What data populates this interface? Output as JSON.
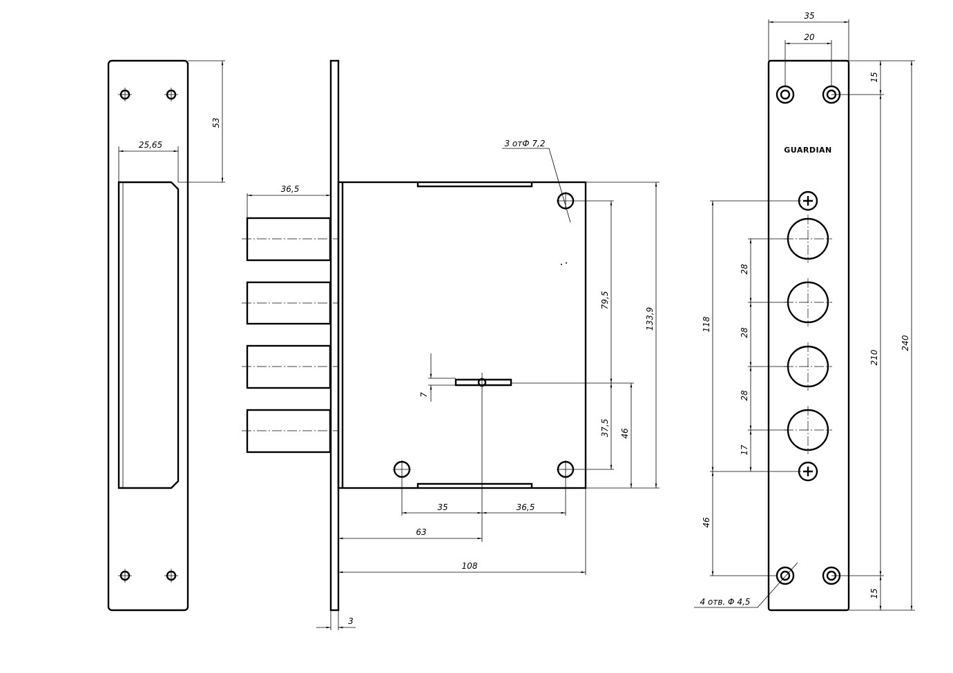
{
  "strike_plate": {
    "dims": {
      "top_offset": "53",
      "box_width": "25,65"
    }
  },
  "lock_body": {
    "dims": {
      "bolt_length": "36,5",
      "hole_note": "3 отФ 7,2",
      "top_hole_to_key": "79,5",
      "body_height": "133,9",
      "key_offset": "7",
      "key_to_bottom_hole": "37,5",
      "key_to_bottom": "46",
      "left_hole_to_key": "35",
      "key_to_right_hole": "36,5",
      "backset": "63",
      "body_depth": "108",
      "faceplate_thickness": "3"
    }
  },
  "faceplate": {
    "brand": "GUARDIAN",
    "dims": {
      "width": "35",
      "hole_spacing": "20",
      "top_hole_offset": "15",
      "hole_distance": "210",
      "total_length": "240",
      "bottom_hole_offset": "15",
      "screw_distance": "118",
      "bolt_pitch_1": "28",
      "bolt_pitch_2": "28",
      "bolt_pitch_3": "28",
      "bolt_to_screw": "17",
      "screw_to_hole": "46",
      "hole_note": "4 отв. Φ 4,5"
    }
  }
}
